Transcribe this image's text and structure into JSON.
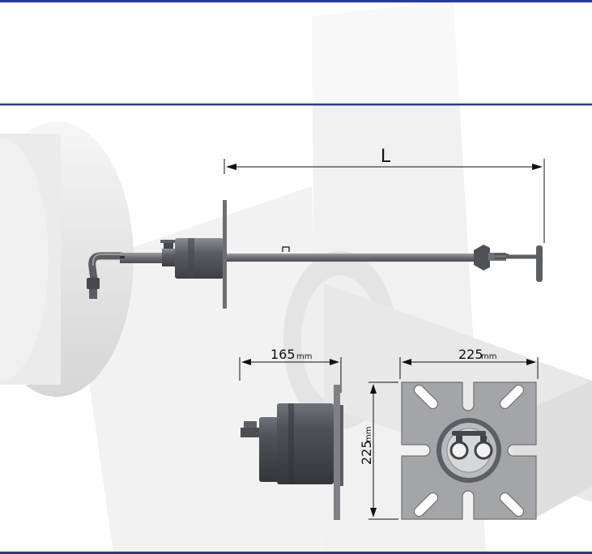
{
  "labels": {
    "length": "L",
    "depth_value": "165",
    "depth_unit": "mm",
    "width_value": "225",
    "width_unit": "mm",
    "height_value": "225",
    "height_unit": "mm"
  },
  "colors": {
    "rule_line": "#2b3a8c",
    "dimension_line": "#111111",
    "part_dark": "#55585e",
    "part_mid": "#7a7d83",
    "plate_fill": "#a3a5a8",
    "background_ghost": "#ececec"
  },
  "icons": {
    "probe": "probe-assembly-side-view",
    "mount_side": "mount-flange-side-view",
    "mount_front": "mount-flange-front-view"
  }
}
